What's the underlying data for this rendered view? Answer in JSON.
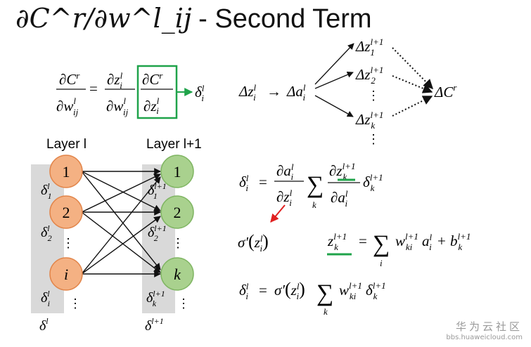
{
  "slide": {
    "title_math": "∂C^r/∂w^l_ij",
    "title_text": "- Second Term"
  },
  "layers": {
    "left_label": "Layer l",
    "right_label": "Layer l+1",
    "left_nodes": [
      "1",
      "2",
      "i"
    ],
    "right_nodes": [
      "1",
      "2",
      "k"
    ],
    "left_deltas": [
      "δ_1^l",
      "δ_2^l",
      "δ_i^l"
    ],
    "right_deltas": [
      "δ_1^{l+1}",
      "δ_2^{l+1}",
      "δ_k^{l+1}"
    ],
    "left_bottom": "δ^l",
    "right_bottom": "δ^{l+1}",
    "ellipsis": "⋮"
  },
  "equations": {
    "chain_rule": "∂C^r/∂w_ij^l = ∂z_i^l/∂w_ij^l · ∂C^r/∂z_i^l → δ_i^l",
    "propagation": "Δz_i^l → Δa_i^l → Δz_1^{l+1}, Δz_2^{l+1}, …, Δz_k^{l+1} → ΔC^r",
    "delta_sum": "δ_i^l = ∂a_i^l/∂z_i^l Σ_k ∂z_k^{l+1}/∂a_i^l δ_k^{l+1}",
    "sigma_prime": "σ'(z_i^l)",
    "z_def": "z_k^{l+1} = Σ_i w_ki^{l+1} a_i^l + b_k^{l+1}",
    "delta_final": "δ_i^l = σ'(z_i^l) Σ_k w_ki^{l+1} δ_k^{l+1}"
  },
  "colors": {
    "box_green": "#1fa34a",
    "arrow_red": "#e02020",
    "left_node_fill": "#f4b183",
    "left_node_stroke": "#e2854a",
    "right_node_fill": "#a9d18e",
    "right_node_stroke": "#7fb562",
    "panel_gray": "#d9d9d9"
  },
  "watermark": {
    "cn": "华为云社区",
    "url": "bbs.huaweicloud.com"
  }
}
